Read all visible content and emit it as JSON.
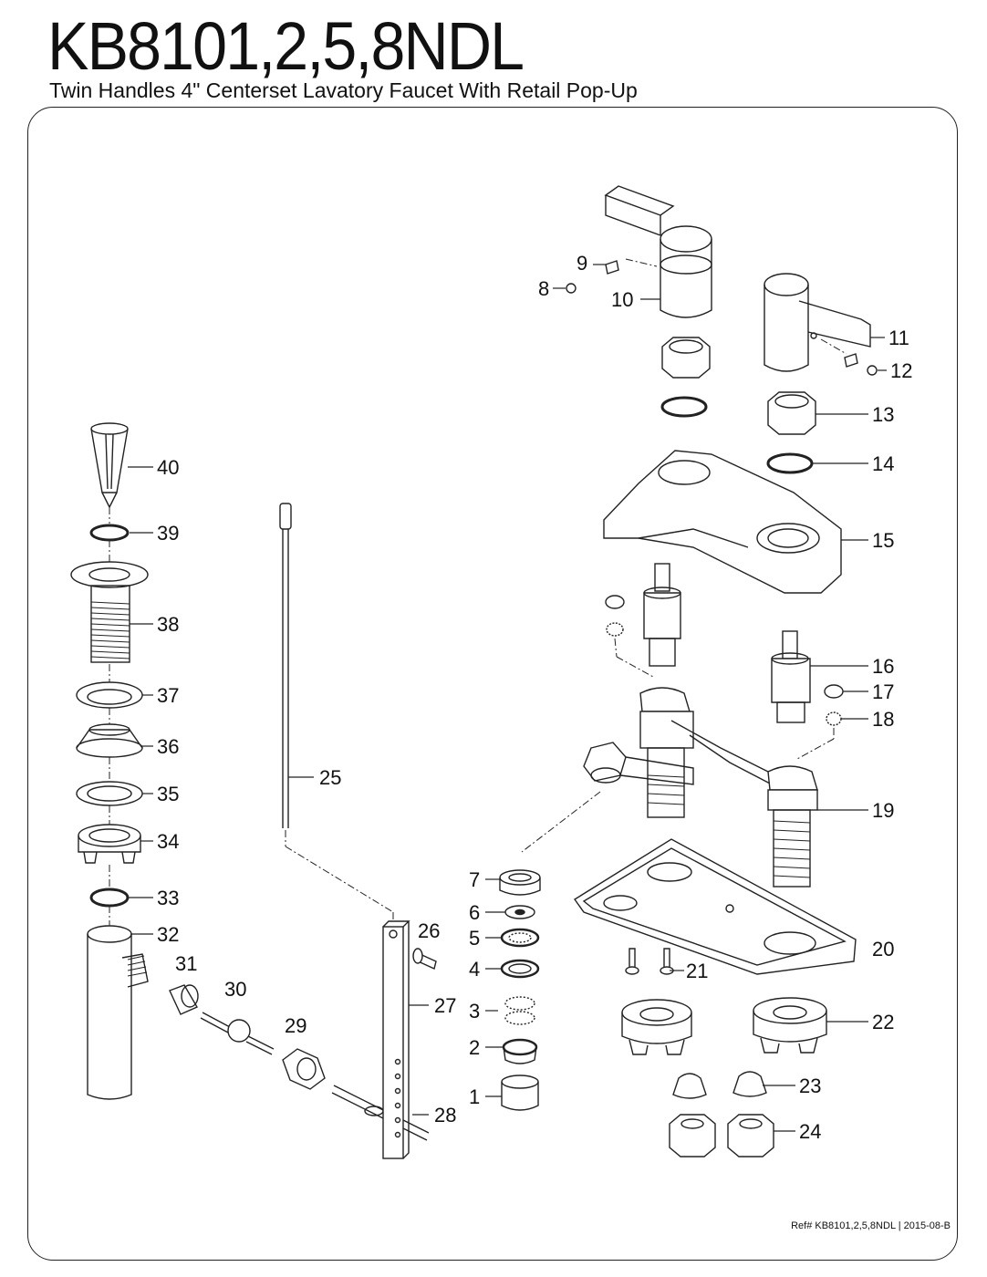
{
  "header": {
    "model": "KB8101,2,5,8NDL",
    "description": "Twin Handles 4\" Centerset Lavatory Faucet With Retail Pop-Up"
  },
  "footer": {
    "reference": "Ref# KB8101,2,5,8NDL | 2015-08-B"
  },
  "callouts": {
    "c1": "1",
    "c2": "2",
    "c3": "3",
    "c4": "4",
    "c5": "5",
    "c6": "6",
    "c7": "7",
    "c8": "8",
    "c9": "9",
    "c10": "10",
    "c11": "11",
    "c12": "12",
    "c13": "13",
    "c14": "14",
    "c15": "15",
    "c16": "16",
    "c17": "17",
    "c18": "18",
    "c19": "19",
    "c20": "20",
    "c21": "21",
    "c22": "22",
    "c23": "23",
    "c24": "24",
    "c25": "25",
    "c26": "26",
    "c27": "27",
    "c28": "28",
    "c29": "29",
    "c30": "30",
    "c31": "31",
    "c32": "32",
    "c33": "33",
    "c34": "34",
    "c35": "35",
    "c36": "36",
    "c37": "37",
    "c38": "38",
    "c39": "39",
    "c40": "40"
  }
}
